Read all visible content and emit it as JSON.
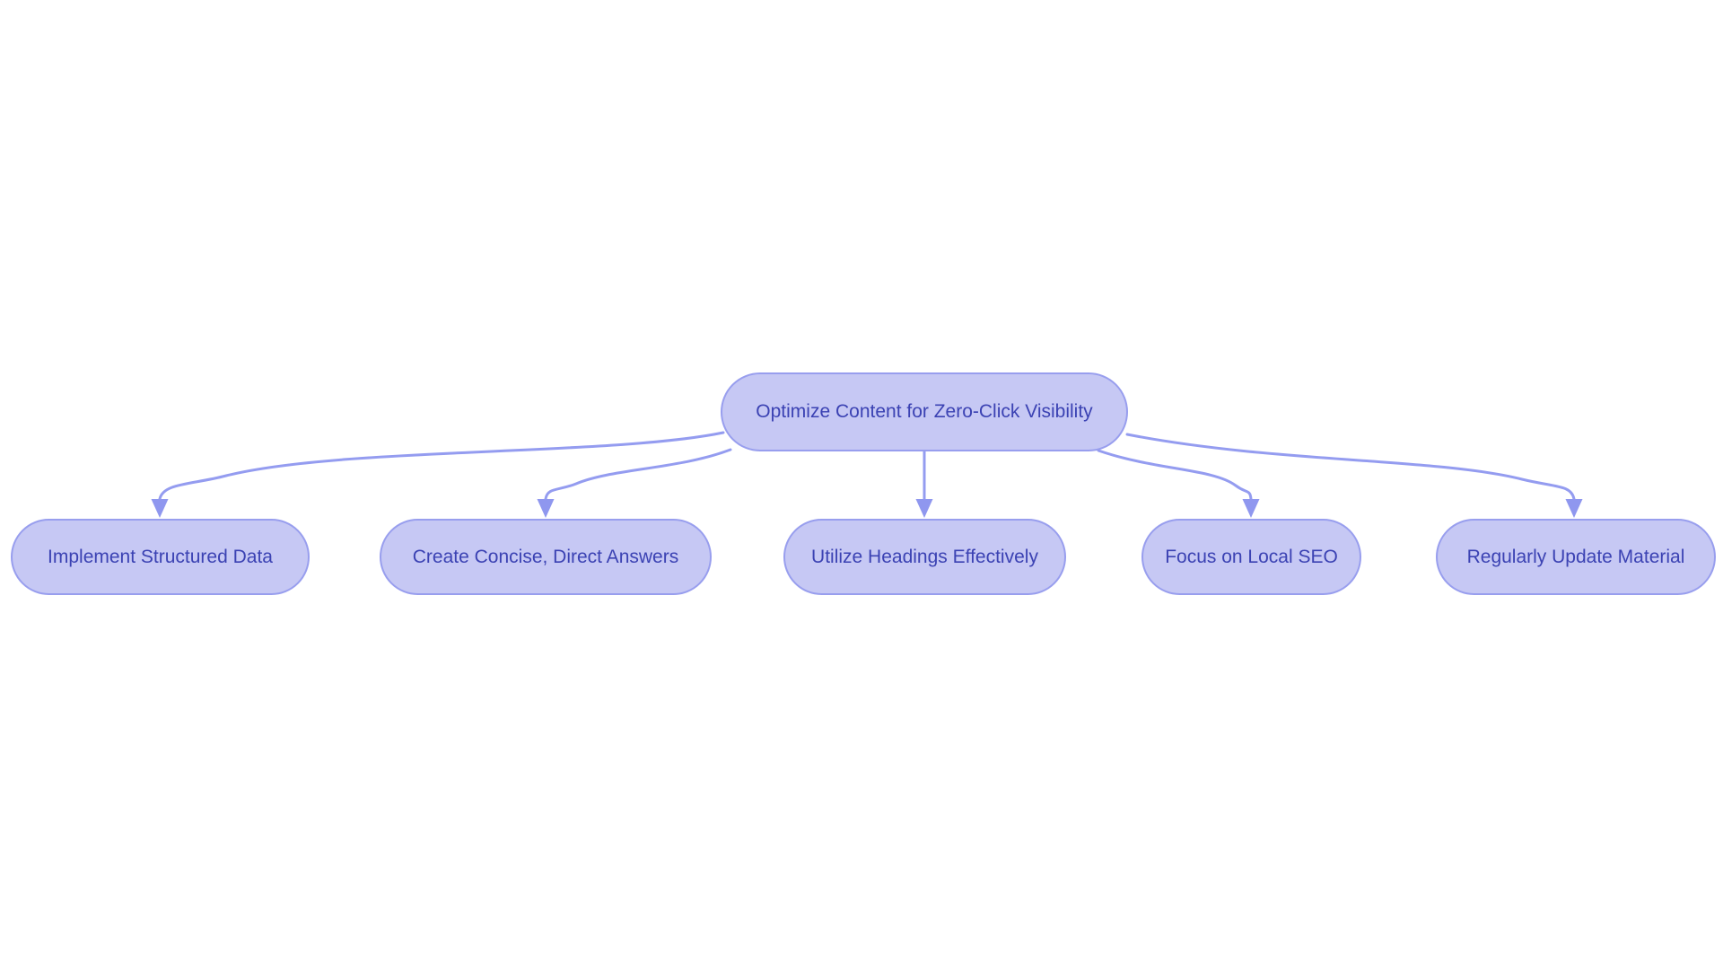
{
  "diagram": {
    "root": {
      "label": "Optimize Content for Zero-Click Visibility"
    },
    "children": [
      {
        "label": "Implement Structured Data"
      },
      {
        "label": "Create Concise, Direct Answers"
      },
      {
        "label": "Utilize Headings Effectively"
      },
      {
        "label": "Focus on Local SEO"
      },
      {
        "label": "Regularly Update Material"
      }
    ],
    "colors": {
      "background": "#ffffff",
      "node_fill": "#c6c8f4",
      "node_border": "#989eee",
      "node_text": "#3b42b3",
      "edge": "#949cf0",
      "arrowhead": "#8f97ef"
    }
  }
}
